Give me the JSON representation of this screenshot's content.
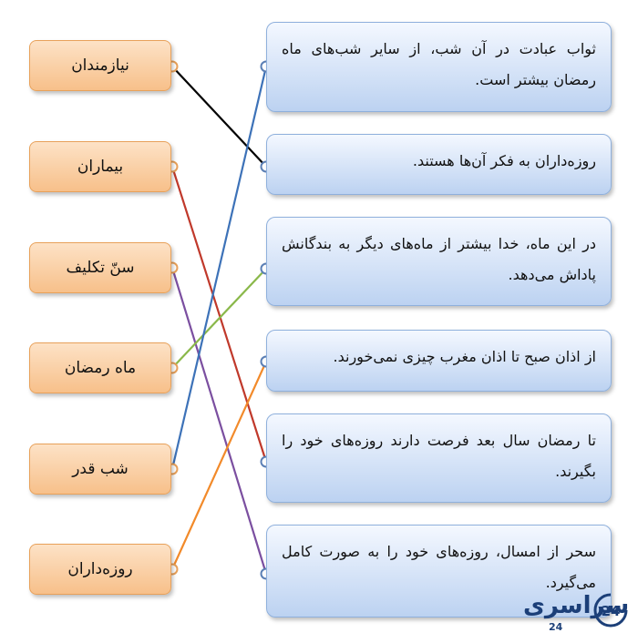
{
  "left_items": [
    {
      "id": "L1",
      "label": "نیازمندان"
    },
    {
      "id": "L2",
      "label": "بیماران"
    },
    {
      "id": "L3",
      "label": "سنّ تکلیف"
    },
    {
      "id": "L4",
      "label": "ماه رمضان"
    },
    {
      "id": "L5",
      "label": "شب قدر"
    },
    {
      "id": "L6",
      "label": "روزه‌داران"
    }
  ],
  "right_items": [
    {
      "id": "R1",
      "text": "ثواب عبادت در آن شب، از سایر شب‌های ماه رمضان بیشتر است."
    },
    {
      "id": "R2",
      "text": "روزه‌داران به فکر آن‌ها هستند."
    },
    {
      "id": "R3",
      "text": "در این ماه، خدا بیشتر از ماه‌های دیگر به بندگانش پاداش می‌دهد."
    },
    {
      "id": "R4",
      "text": "از اذان صبح تا اذان مغرب چیزی نمی‌خورند."
    },
    {
      "id": "R5",
      "text": "تا رمضان سال بعد فرصت دارند روزه‌های خود را بگیرند."
    },
    {
      "id": "R6",
      "text": "سحر از امسال، روزه‌های خود را به صورت کامل می‌گیرد."
    }
  ],
  "connections": [
    {
      "from": "L1",
      "to": "R2",
      "color": "#000000"
    },
    {
      "from": "L2",
      "to": "R5",
      "color": "#c0392b"
    },
    {
      "from": "L3",
      "to": "R6",
      "color": "#7b4fa0"
    },
    {
      "from": "L4",
      "to": "R3",
      "color": "#8ab84a"
    },
    {
      "from": "L5",
      "to": "R1",
      "color": "#3d72b8"
    },
    {
      "from": "L6",
      "to": "R4",
      "color": "#f28a2a"
    }
  ],
  "colors": {
    "left_border": "#e8a15a",
    "right_border": "#8fb0dc",
    "dot_fill": "#ffffff"
  },
  "watermark": {
    "text": "سراسری",
    "number": "24",
    "badge_number": "24"
  }
}
